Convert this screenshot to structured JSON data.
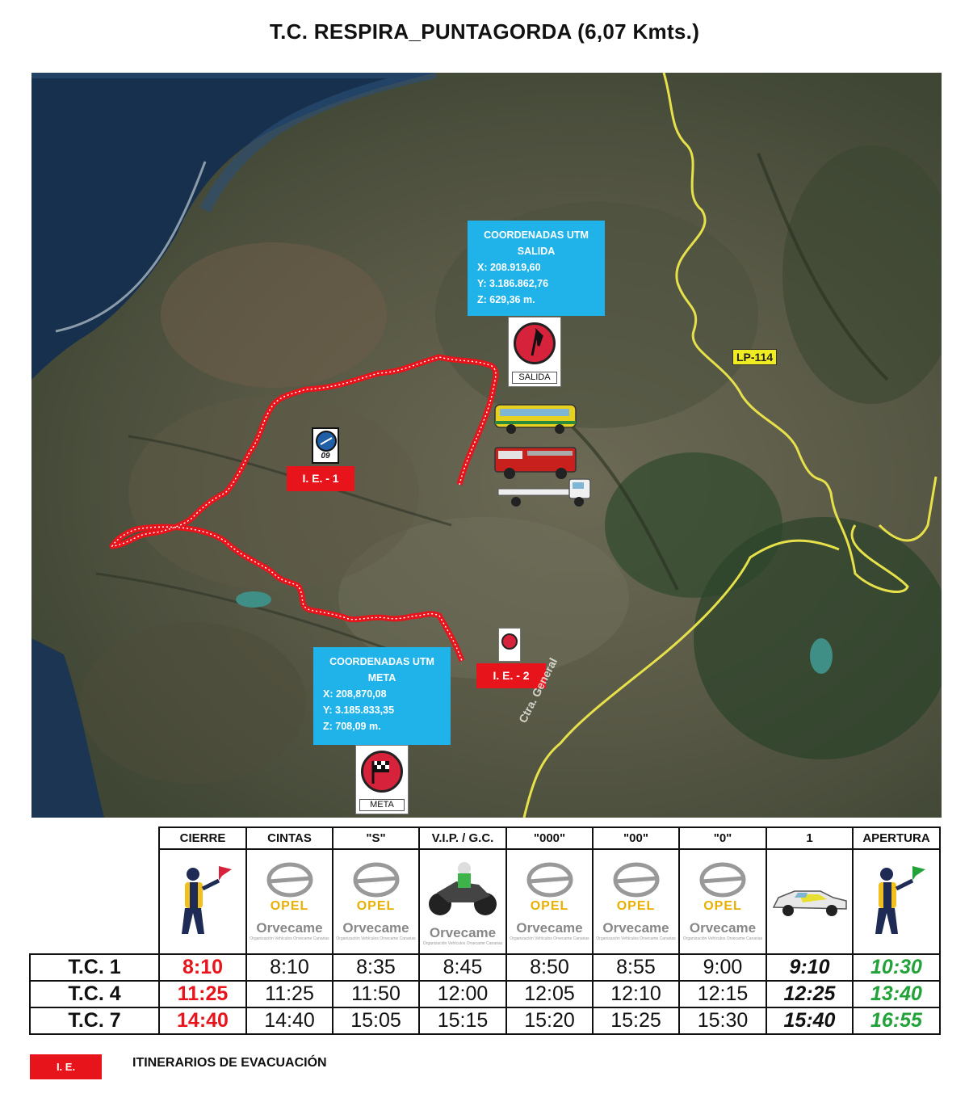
{
  "title": "T.C. RESPIRA_PUNTAGORDA (6,07 Kmts.)",
  "map": {
    "start": {
      "header1": "COORDENADAS UTM",
      "header2": "SALIDA",
      "x": "X: 208.919,60",
      "y": "Y:  3.186.862,76",
      "z": "Z:  629,36 m.",
      "sign": "SALIDA"
    },
    "finish": {
      "header1": "COORDENADAS UTM",
      "header2": "META",
      "x": "X:  208,870,08",
      "y": "Y:  3.185.833,35",
      "z": "Z:  708,09 m.",
      "sign": "META"
    },
    "ie1": "I. E. - 1",
    "ie2": "I. E. - 2",
    "road": "LP-114",
    "road2": "Ctra. General",
    "sign09": "09",
    "colors": {
      "route": "#e8141c",
      "road": "#e6e04a",
      "coord_box": "#1fb3ea"
    },
    "vehicles": [
      "bus-icon",
      "fire-truck-icon",
      "tow-truck-icon"
    ]
  },
  "schedule": {
    "columns": [
      "CIERRE",
      "CINTAS",
      "\"S\"",
      "V.I.P. / G.C.",
      "\"000\"",
      "\"00\"",
      "\"0\"",
      "1",
      "APERTURA"
    ],
    "logo": {
      "brand": "OPEL",
      "dealer": "Orvecame",
      "tagline": "Organización Vehículos Orvecame Canarias"
    },
    "rows": [
      {
        "stage": "T.C. 1",
        "times": [
          "8:10",
          "8:10",
          "8:35",
          "8:45",
          "8:50",
          "8:55",
          "9:00",
          "9:10",
          "10:30"
        ]
      },
      {
        "stage": "T.C. 4",
        "times": [
          "11:25",
          "11:25",
          "11:50",
          "12:00",
          "12:05",
          "12:10",
          "12:15",
          "12:25",
          "13:40"
        ]
      },
      {
        "stage": "T.C. 7",
        "times": [
          "14:40",
          "14:40",
          "15:05",
          "15:15",
          "15:20",
          "15:25",
          "15:30",
          "15:40",
          "16:55"
        ]
      }
    ]
  },
  "legend": {
    "box": "I. E.",
    "text": "ITINERARIOS DE EVACUACIÓN"
  }
}
